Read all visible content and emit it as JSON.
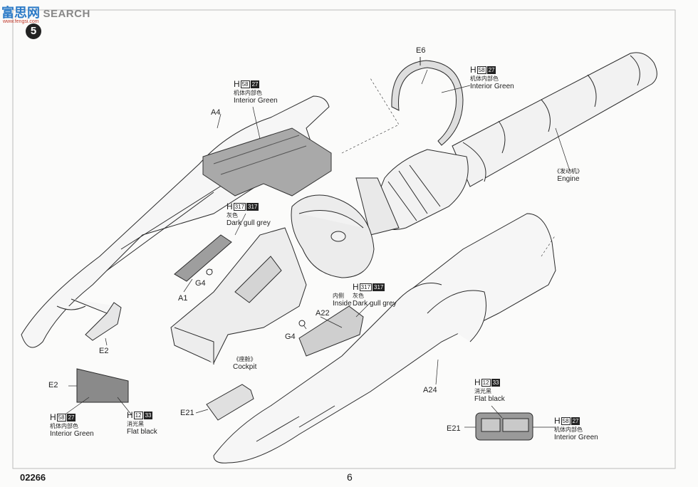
{
  "header": {
    "logo_chars": "富思网",
    "search_text": "SEARCH",
    "url": "www.fengsi.com"
  },
  "step": {
    "number": "5"
  },
  "footer": {
    "code": "02266",
    "page": "6"
  },
  "parts": {
    "e6": "E6",
    "a4": "A4",
    "a1": "A1",
    "g4_left": "G4",
    "e2": "E2",
    "a22": "A22",
    "g4_right": "G4",
    "a24": "A24",
    "e21_left": "E21",
    "e2_inset": "E2",
    "e21_inset": "E21"
  },
  "paint_callouts": [
    {
      "letter": "H",
      "c1": "58",
      "c2": "27",
      "cn": "机体内部色",
      "en": "Interior Green"
    },
    {
      "letter": "H",
      "c1": "58",
      "c2": "27",
      "cn": "机体内部色",
      "en": "Interior Green"
    },
    {
      "letter": "H",
      "c1": "317",
      "c2": "317",
      "cn": "灰色",
      "en": "Dark gull grey"
    },
    {
      "letter": "H",
      "c1": "317",
      "c2": "317",
      "cn": "灰色",
      "en": "Dark gull grey",
      "pre_cn": "内侧",
      "pre_en": "Inside"
    },
    {
      "letter": "H",
      "c1": "58",
      "c2": "27",
      "cn": "机体内部色",
      "en": "Interior Green"
    },
    {
      "letter": "H",
      "c1": "12",
      "c2": "33",
      "cn": "消光黑",
      "en": "Flat black"
    },
    {
      "letter": "H",
      "c1": "12",
      "c2": "33",
      "cn": "消光黑",
      "en": "Flat black"
    },
    {
      "letter": "H",
      "c1": "58",
      "c2": "27",
      "cn": "机体内部色",
      "en": "Interior Green"
    }
  ],
  "captions": {
    "engine_cn": "《发动机》",
    "engine_en": "Engine",
    "cockpit_cn": "《座舱》",
    "cockpit_en": "Cockpit"
  }
}
